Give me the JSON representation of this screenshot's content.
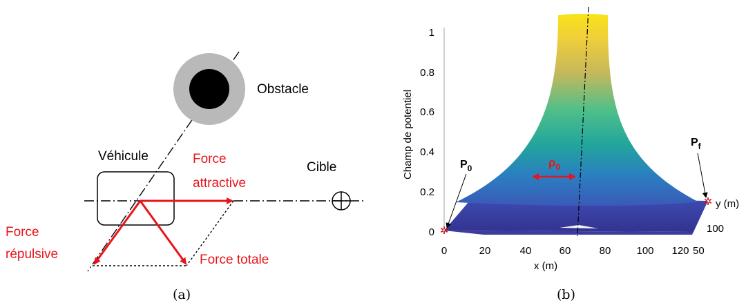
{
  "panel_a": {
    "caption": "(a)",
    "obstacle_label": "Obstacle",
    "vehicle_label": "Véhicule",
    "target_label": "Cible",
    "attractive_line1": "Force",
    "attractive_line2": "attractive",
    "repulsive_line1": "Force",
    "repulsive_line2": "répulsive",
    "total_label": "Force totale",
    "colors": {
      "force": "#e8141b",
      "obstacle_core": "#000000",
      "obstacle_halo": "#b9b9b9"
    }
  },
  "panel_b": {
    "caption": "(b)",
    "p0_main": "P",
    "p0_sub": "0",
    "pf_main": "P",
    "pf_sub": "f",
    "rho_main": "ρ",
    "rho_sub": "0",
    "colors": {
      "peak": "#f8e21b",
      "mid": "#20a99a",
      "base": "#3a3ba6",
      "marker": "#d2141b"
    }
  },
  "chart_data": {
    "type": "surface",
    "title": "",
    "xlabel": "x (m)",
    "ylabel": "y (m)",
    "zlabel": "Champ de potentiel",
    "xlim": [
      0,
      120
    ],
    "ylim": [
      0,
      120
    ],
    "zlim": [
      0,
      1
    ],
    "x_ticks": [
      "0",
      "20",
      "40",
      "60",
      "80",
      "100",
      "120"
    ],
    "y_ticks": [
      "50",
      "100"
    ],
    "z_ticks": [
      "0",
      "0.2",
      "0.4",
      "0.6",
      "0.8",
      "1"
    ]
  }
}
